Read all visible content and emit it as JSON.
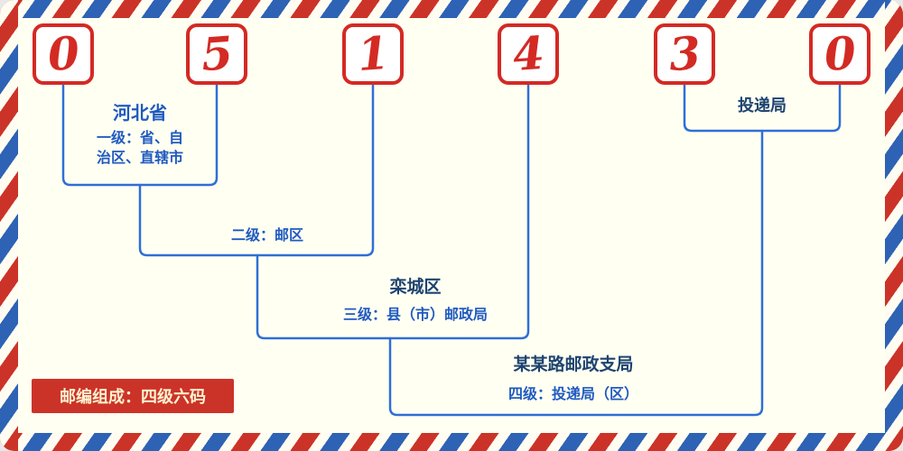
{
  "postal_code": {
    "digits": [
      "0",
      "5",
      "1",
      "4",
      "3",
      "0"
    ]
  },
  "annotations": {
    "province_name": "河北省",
    "level1_label": "一级：省、自\n治区、直辖市",
    "level2_label": "二级：邮区",
    "district_name": "栾城区",
    "level3_label": "三级：县（市）邮政局",
    "branch_name": "某某路邮政支局",
    "level4_label": "四级：投递局（区）",
    "delivery_office_label": "投递局"
  },
  "badge": {
    "text": "邮编组成：四级六码"
  },
  "colors": {
    "stripe_red": "#cc3328",
    "stripe_blue": "#2e62b4",
    "digit_red": "#d42a24",
    "line_blue": "#2e6fd6",
    "label_blue": "#1f5ac0",
    "name_navy": "#1d4370",
    "background_cream": "#fffff2",
    "badge_background": "#cc3328",
    "badge_text": "#fdf3d0"
  }
}
